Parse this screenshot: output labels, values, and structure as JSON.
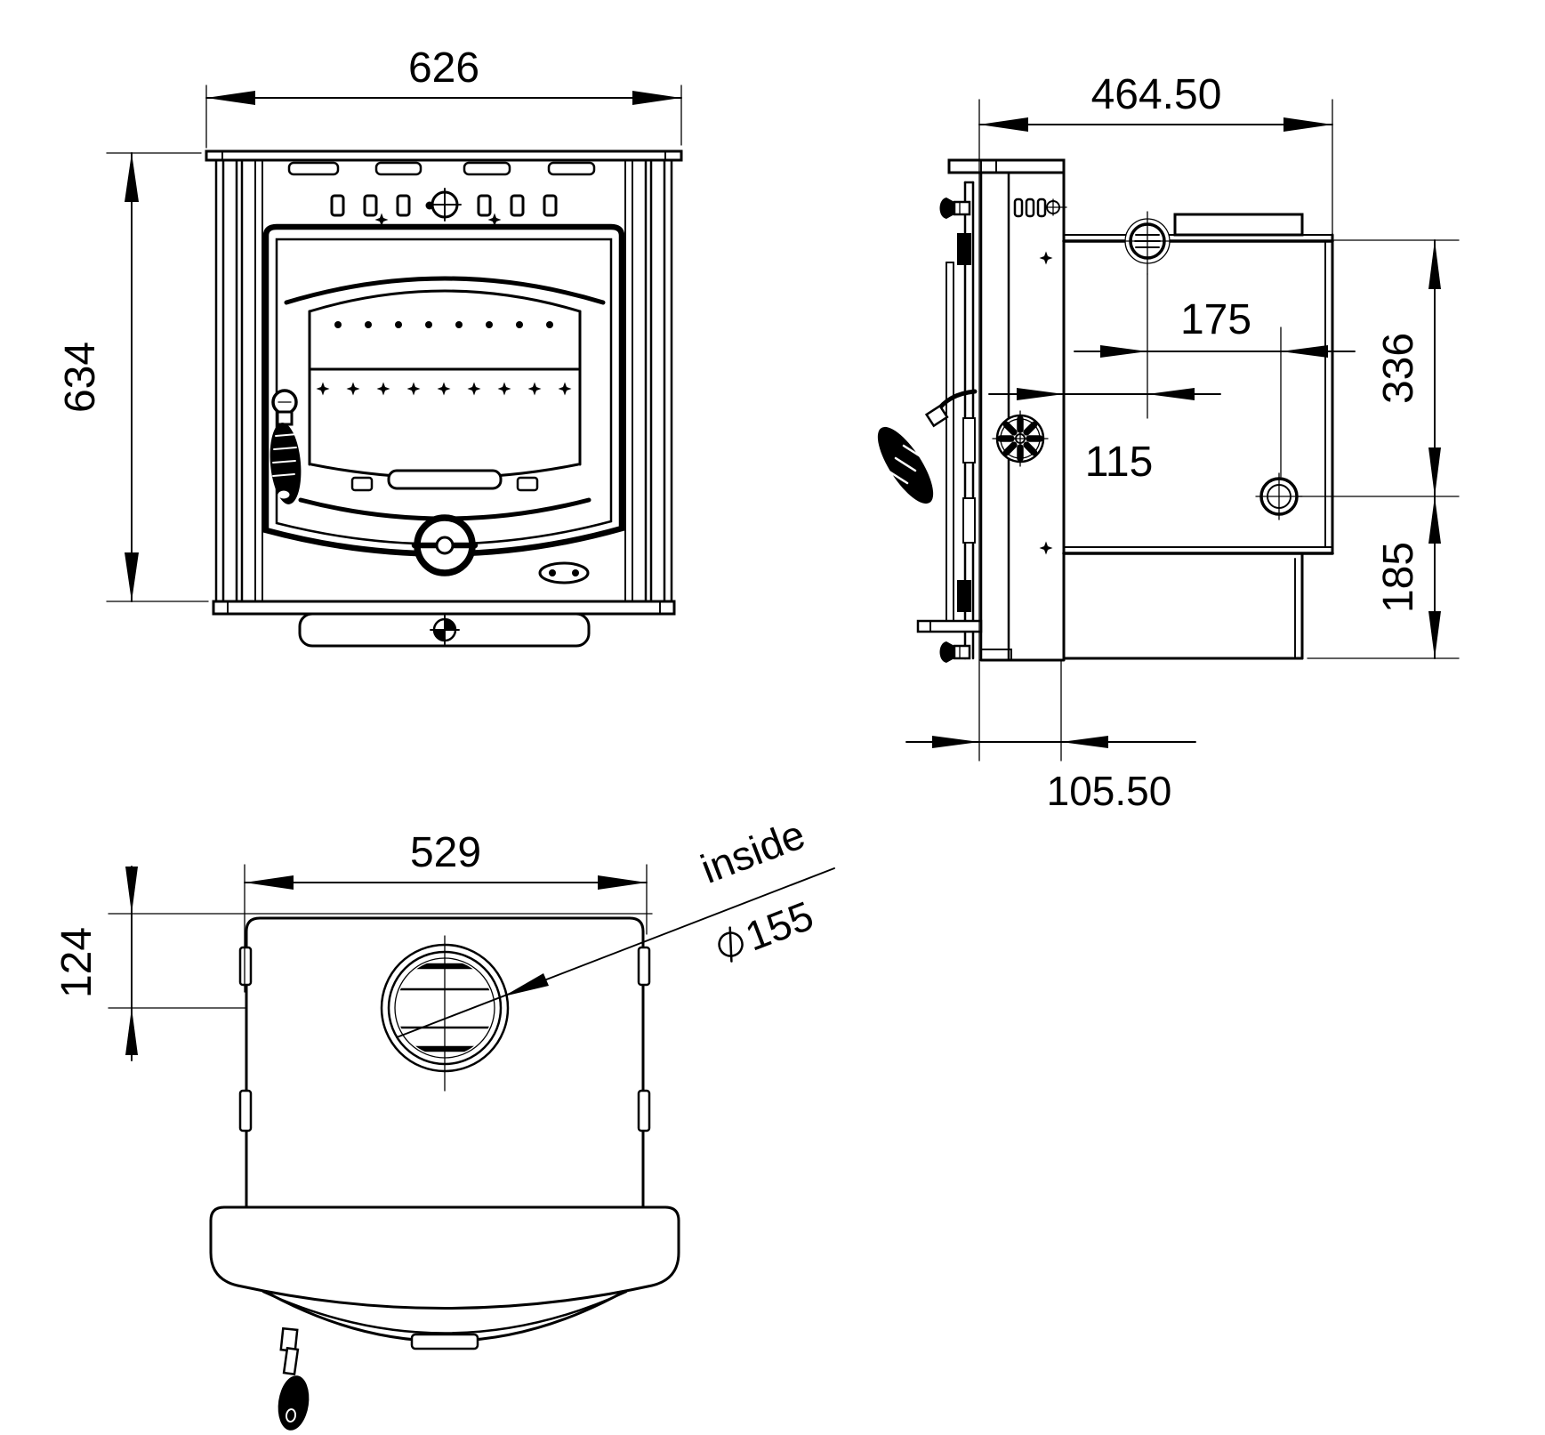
{
  "canvas": {
    "background": "#ffffff",
    "ink": "#000000"
  },
  "dimensions": {
    "front_width": {
      "value": "626"
    },
    "front_height": {
      "value": "634"
    },
    "side_depth": {
      "value": "464.50"
    },
    "flue_to_boss": {
      "value": "175"
    },
    "front_to_flue": {
      "value": "115"
    },
    "top_to_boss": {
      "value": "336"
    },
    "boss_to_bottom": {
      "value": "185"
    },
    "frame_to_body": {
      "value": "105.50"
    },
    "top_width": {
      "value": "529"
    },
    "rear_to_flue": {
      "value": "124"
    },
    "flue_note_word": {
      "value": "inside"
    },
    "flue_note_diameter": {
      "value": "155"
    }
  }
}
